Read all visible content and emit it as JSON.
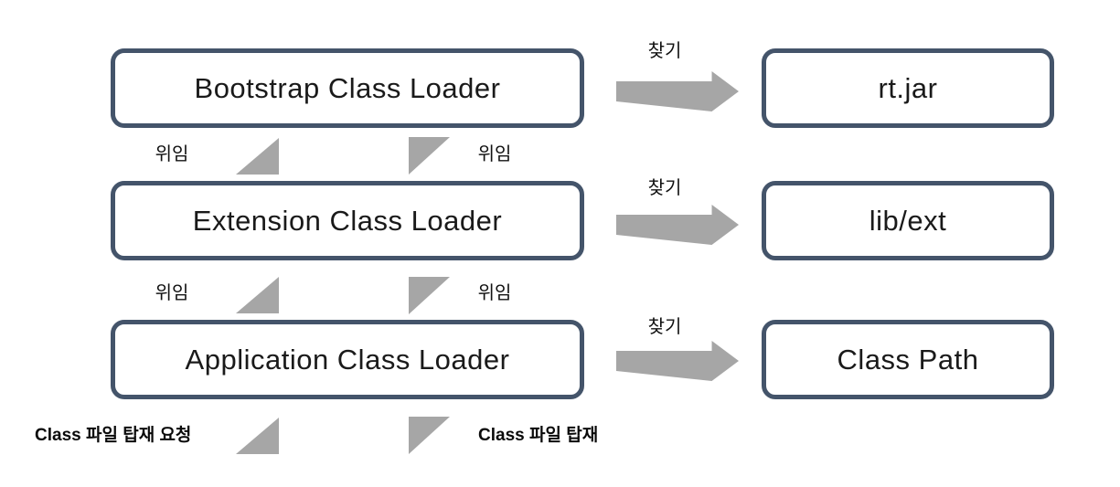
{
  "colors": {
    "box_border": "#44546a",
    "arrow_gray": "#a6a6a6",
    "text": "#111111",
    "background": "#ffffff"
  },
  "rows": [
    {
      "loader": "Bootstrap Class Loader",
      "find_label": "찾기",
      "target": "rt.jar"
    },
    {
      "loader": "Extension Class Loader",
      "find_label": "찾기",
      "target": "lib/ext"
    },
    {
      "loader": "Application Class Loader",
      "find_label": "찾기",
      "target": "Class Path"
    }
  ],
  "delegation": {
    "up_label": "위임",
    "down_label": "위임"
  },
  "bottom": {
    "request_label": "Class 파일 탑재 요청",
    "load_label": "Class 파일 탑재"
  },
  "icons": {
    "find_arrow": "right-block-arrow",
    "up_triangle": "up-delegation-half-arrow",
    "down_triangle": "down-delegation-half-arrow"
  }
}
